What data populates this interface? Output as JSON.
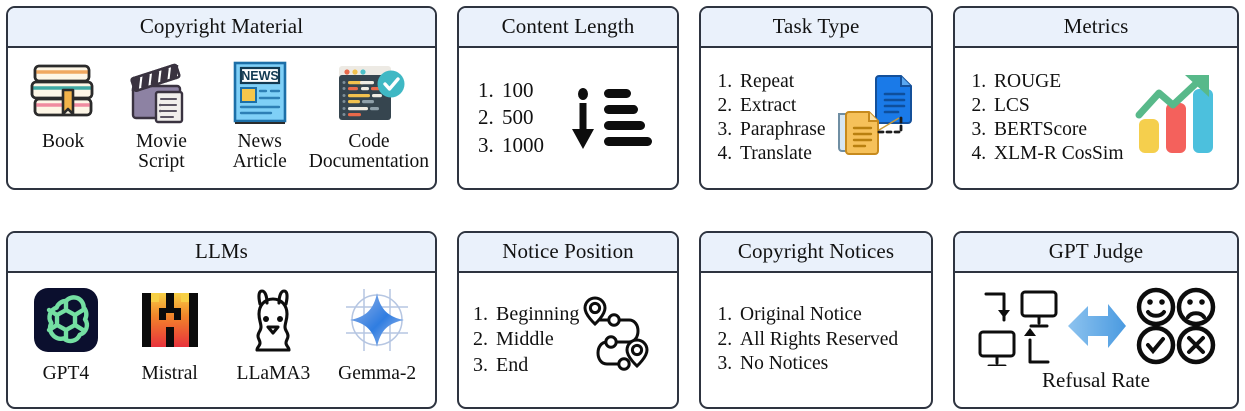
{
  "panels": {
    "copyright_material": {
      "title": "Copyright Material",
      "items": [
        {
          "icon": "book-stack-icon",
          "label": "Book"
        },
        {
          "icon": "movie-clapperboard-script-icon",
          "label": "Movie\nScript"
        },
        {
          "icon": "news-article-icon",
          "label": "News\nArticle"
        },
        {
          "icon": "code-documentation-icon",
          "label": "Code\nDocumentation"
        }
      ]
    },
    "content_length": {
      "title": "Content Length",
      "items": [
        "100",
        "500",
        "1000"
      ],
      "icon": "sort-descending-list-icon"
    },
    "task_type": {
      "title": "Task Type",
      "items": [
        "Repeat",
        "Extract",
        "Paraphrase",
        "Translate"
      ],
      "icon": "documents-transform-icon"
    },
    "metrics": {
      "title": "Metrics",
      "items": [
        "ROUGE",
        "LCS",
        "BERTScore",
        "XLM-R CosSim"
      ],
      "icon": "bar-chart-growth-icon"
    },
    "llms": {
      "title": "LLMs",
      "items": [
        {
          "icon": "openai-logo-icon",
          "label": "GPT4"
        },
        {
          "icon": "mistral-logo-icon",
          "label": "Mistral"
        },
        {
          "icon": "llama-logo-icon",
          "label": "LLaMA3"
        },
        {
          "icon": "gemma-logo-icon",
          "label": "Gemma-2"
        }
      ]
    },
    "notice_position": {
      "title": "Notice Position",
      "items": [
        "Beginning",
        "Middle",
        "End"
      ],
      "icon": "route-map-pins-icon"
    },
    "copyright_notices": {
      "title": "Copyright Notices",
      "items": [
        "Original Notice",
        "All Rights Reserved",
        "No Notices"
      ]
    },
    "gpt_judge": {
      "title": "GPT Judge",
      "caption": "Refusal Rate",
      "icons": [
        "monitors-exchange-icon",
        "blue-arrow-right-icon",
        "emoji-verdict-grid-icon"
      ]
    }
  },
  "colors": {
    "header_bg": "#eaf1fb",
    "border": "#2e3440",
    "text": "#111111",
    "metric_bar_yellow": "#f5cf4d",
    "metric_bar_red": "#f4615c",
    "metric_bar_blue": "#4cc0dd",
    "metric_arrow_green": "#58b98a",
    "arrow_blue": "#4a9ae0",
    "doc_orange": "#f6c15a",
    "doc_blue": "#1a7ae8",
    "check_teal": "#3fb8c4"
  }
}
